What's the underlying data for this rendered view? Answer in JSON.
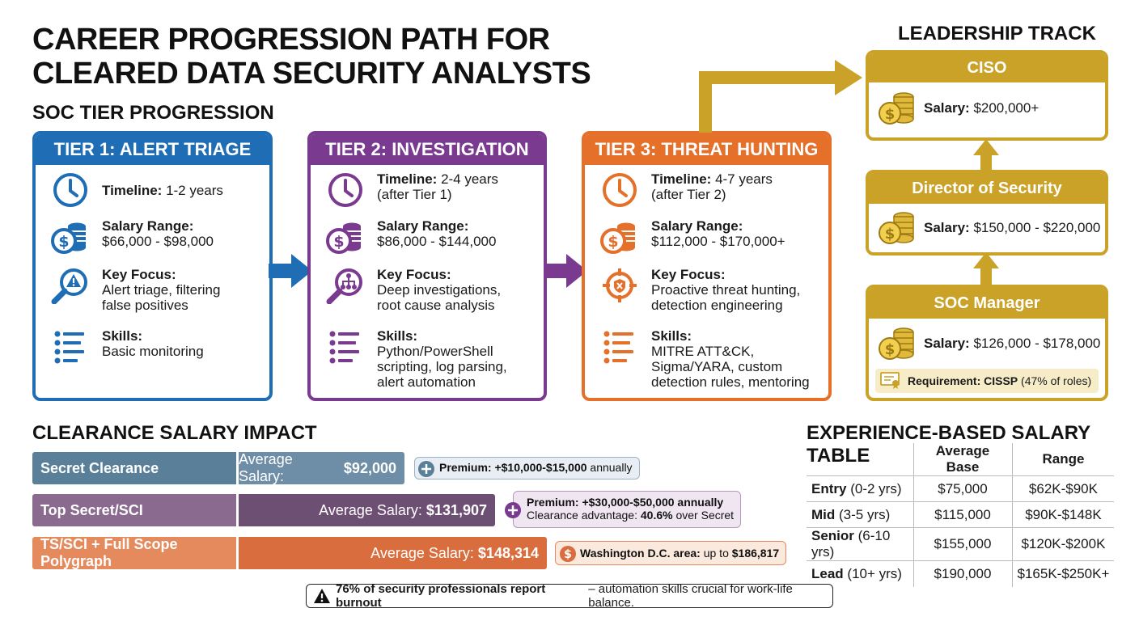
{
  "title": {
    "line1": "CAREER PROGRESSION PATH FOR",
    "line2": "CLEARED DATA SECURITY ANALYSTS"
  },
  "soc_heading": "SOC TIER PROGRESSION",
  "colors": {
    "tier1": "#1f6db5",
    "tier2": "#7a3a8f",
    "tier3": "#e5702a",
    "leadership": "#c9a227"
  },
  "tiers": [
    {
      "title": "TIER 1: ALERT TRIAGE",
      "timeline_label": "Timeline:",
      "timeline": "1-2 years",
      "timeline2": "",
      "salary_label": "Salary Range:",
      "salary": "$66,000 - $98,000",
      "focus_label": "Key Focus:",
      "focus1": "Alert triage, filtering",
      "focus2": "false positives",
      "skills_label": "Skills:",
      "skills1": "Basic monitoring",
      "skills2": "",
      "skills3": "",
      "icons": [
        "clock-icon",
        "coins-icon",
        "magnifier-alert-icon",
        "list-icon"
      ]
    },
    {
      "title": "TIER 2: INVESTIGATION",
      "timeline_label": "Timeline:",
      "timeline": "2-4 years",
      "timeline2": "(after Tier 1)",
      "salary_label": "Salary Range:",
      "salary": "$86,000 - $144,000",
      "focus_label": "Key Focus:",
      "focus1": "Deep investigations,",
      "focus2": "root cause analysis",
      "skills_label": "Skills:",
      "skills1": "Python/PowerShell",
      "skills2": "scripting, log parsing,",
      "skills3": "alert automation",
      "icons": [
        "clock-icon",
        "coins-icon",
        "magnifier-network-icon",
        "list-icon"
      ]
    },
    {
      "title": "TIER 3: THREAT HUNTING",
      "timeline_label": "Timeline:",
      "timeline": "4-7 years",
      "timeline2": "(after Tier 2)",
      "salary_label": "Salary Range:",
      "salary": "$112,000 - $170,000+",
      "focus_label": "Key Focus:",
      "focus1": "Proactive threat hunting,",
      "focus2": "detection engineering",
      "skills_label": "Skills:",
      "skills1": "MITRE ATT&CK,",
      "skills2": "Sigma/YARA, custom",
      "skills3": "detection rules, mentoring",
      "icons": [
        "clock-icon",
        "coins-icon",
        "crosshair-shield-icon",
        "list-icon"
      ]
    }
  ],
  "leadership": {
    "heading": "LEADERSHIP TRACK",
    "ciso": {
      "title": "CISO",
      "salary_label": "Salary:",
      "salary": "$200,000+"
    },
    "director": {
      "title": "Director of Security Operations",
      "salary_label": "Salary:",
      "salary": "$150,000 - $220,000"
    },
    "manager": {
      "title": "SOC Manager",
      "salary_label": "Salary:",
      "salary": "$126,000 - $178,000",
      "req_label": "Requirement: CISSP",
      "req_value": "(47% of roles)"
    }
  },
  "clearance": {
    "heading": "CLEARANCE SALARY IMPACT",
    "rows": [
      {
        "name": "Secret Clearance",
        "avg_label": "Average Salary:",
        "avg": "$92,000",
        "color_name": "#5a7f99",
        "color_avg": "#6d8ea6"
      },
      {
        "name": "Top Secret/SCI",
        "avg_label": "Average Salary:",
        "avg": "$131,907",
        "color_name": "#8a6a8f",
        "color_avg": "#6e4f74"
      },
      {
        "name": "TS/SCI + Full Scope Polygraph",
        "avg_label": "Average Salary:",
        "avg": "$148,314",
        "color_name": "#e58a5c",
        "color_avg": "#d96d3d"
      }
    ],
    "notes": {
      "secret": {
        "label": "Premium: +$10,000-$15,000",
        "suffix": "annually"
      },
      "ts_line1": "Premium: +$30,000-$50,000 annually",
      "ts_line2_label": "Clearance advantage:",
      "ts_line2_value": "40.6%",
      "ts_line2_suffix": "over Secret",
      "poly": {
        "label": "Washington D.C. area:",
        "mid": "up to",
        "value": "$186,817"
      }
    }
  },
  "experience_table": {
    "heading": "EXPERIENCE-BASED SALARY TABLE",
    "columns": [
      "Average Base",
      "Range"
    ],
    "rows": [
      {
        "level": "Entry",
        "years": "(0-2 yrs)",
        "avg": "$75,000",
        "range": "$62K-$90K"
      },
      {
        "level": "Mid",
        "years": "(3-5 yrs)",
        "avg": "$115,000",
        "range": "$90K-$148K"
      },
      {
        "level": "Senior",
        "years": "(6-10 yrs)",
        "avg": "$155,000",
        "range": "$120K-$200K"
      },
      {
        "level": "Lead",
        "years": "(10+ yrs)",
        "avg": "$190,000",
        "range": "$165K-$250K+"
      }
    ]
  },
  "footer_note": {
    "bold": "76% of security professionals report burnout",
    "rest": "– automation skills crucial for work-life balance."
  }
}
